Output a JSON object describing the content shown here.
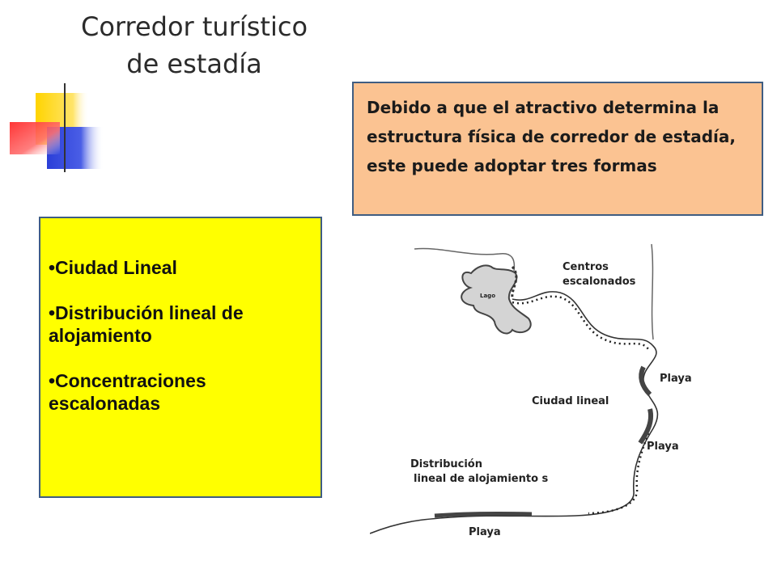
{
  "slide": {
    "title_line1": "Corredor turístico",
    "title_line2": "de estadía",
    "description": "Debido a que el atractivo determina la estructura física de corredor de estadía, este puede adoptar tres formas",
    "forms": [
      "•Ciudad Lineal",
      "•Distribución lineal de alojamiento",
      "•Concentraciones escalonadas"
    ]
  },
  "map": {
    "labels": {
      "centros_1": "Centros",
      "centros_2": "escalonados",
      "lago": "Lago",
      "playa_1": "Playa",
      "ciudad": "Ciudad lineal",
      "playa_2": "Playa",
      "distrib_1": "Distribución",
      "distrib_2": "lineal de alojamiento s",
      "playa_3": "Playa"
    }
  },
  "colors": {
    "title": "#2b2b2b",
    "desc_box_bg": "#fbc392",
    "forms_box_bg": "#ffff00",
    "box_border": "#3f5d82"
  }
}
